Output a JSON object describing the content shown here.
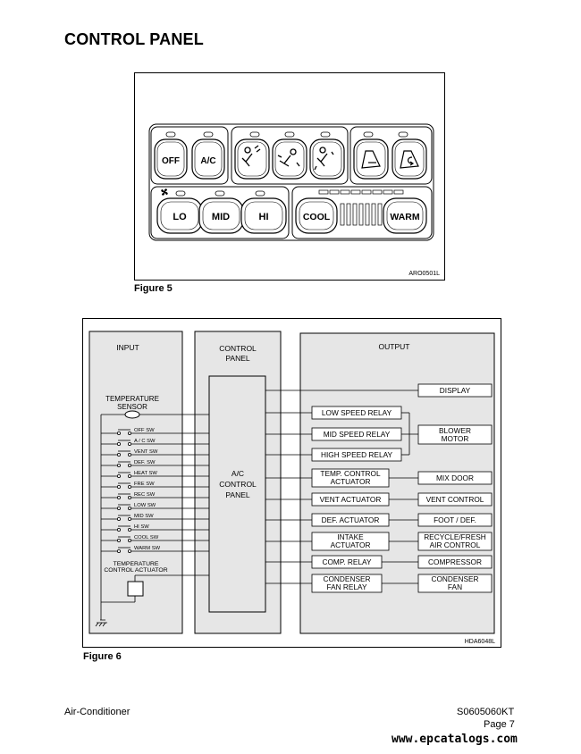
{
  "page": {
    "title": "CONTROL PANEL",
    "figure5_caption": "Figure 5",
    "figure6_caption": "Figure 6",
    "footer_left": "Air-Conditioner",
    "footer_right_code": "S0605060KT",
    "footer_page": "Page 7",
    "watermark": "www.epcatalogs.com"
  },
  "figure5": {
    "ref_code": "ARO0501L",
    "buttons": {
      "off": "OFF",
      "ac": "A/C",
      "lo": "LO",
      "mid": "MID",
      "hi": "HI",
      "cool": "COOL",
      "warm": "WARM"
    }
  },
  "figure6": {
    "ref_code": "HDA6048L",
    "input_header": "INPUT",
    "control_header": [
      "CONTROL",
      "PANEL"
    ],
    "output_header": "OUTPUT",
    "temp_sensor": [
      "TEMPERATURE",
      "SENSOR"
    ],
    "switches": [
      "OFF SW",
      "A / C SW",
      "VENT SW",
      "DEF. SW",
      "HEAT SW",
      "FRE SW",
      "REC SW",
      "LOW SW",
      "MID SW",
      "HI SW",
      "COOL SW",
      "WARM SW"
    ],
    "temp_actuator": [
      "TEMPERATURE",
      "CONTROL ACTUATOR"
    ],
    "ac_panel": [
      "A/C",
      "CONTROL",
      "PANEL"
    ],
    "relays": {
      "display": "DISPLAY",
      "low_speed": "LOW SPEED RELAY",
      "mid_speed": "MID SPEED RELAY",
      "high_speed": "HIGH SPEED RELAY",
      "blower_motor": [
        "BLOWER",
        "MOTOR"
      ],
      "temp_actuator": [
        "TEMP. CONTROL",
        "ACTUATOR"
      ],
      "mix_door": "MIX DOOR",
      "vent_actuator": "VENT ACTUATOR",
      "vent_control": "VENT CONTROL",
      "def_actuator": "DEF. ACTUATOR",
      "foot_def": "FOOT / DEF.",
      "intake_actuator": [
        "INTAKE",
        "ACTUATOR"
      ],
      "recycle_fresh": [
        "RECYCLE/FRESH",
        "AIR CONTROL"
      ],
      "comp_relay": "COMP. RELAY",
      "compressor": "COMPRESSOR",
      "condenser_fan_relay": [
        "CONDENSER",
        "FAN RELAY"
      ],
      "condenser_fan": [
        "CONDENSER",
        "FAN"
      ]
    }
  }
}
